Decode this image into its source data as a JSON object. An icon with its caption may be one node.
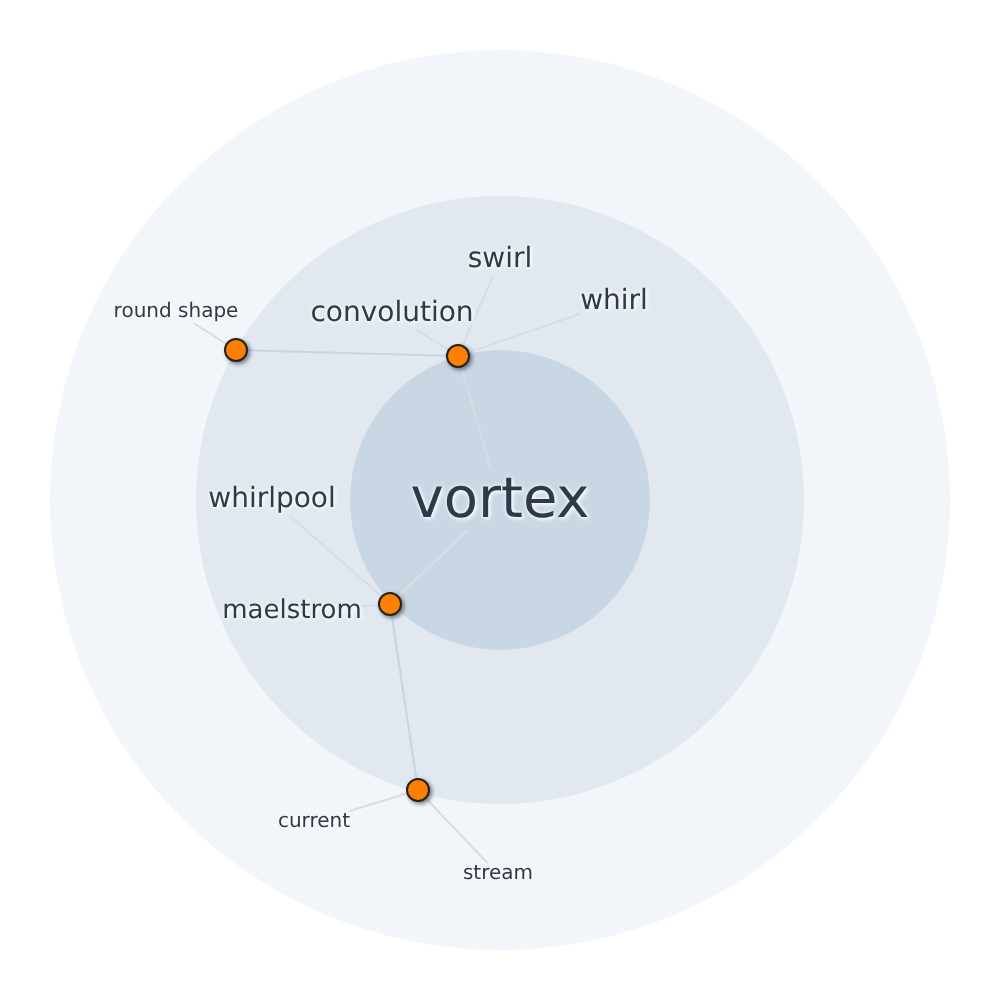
{
  "diagram": {
    "nodes": [
      {
        "text": [
          "round shape"
        ]
      },
      {
        "text": [
          "convolution"
        ]
      },
      {
        "text": [
          "swirl"
        ]
      },
      {
        "text": [
          "whirl"
        ]
      },
      {
        "text": [],
        "shape": "circle"
      },
      {
        "text": [],
        "shape": "circle"
      },
      {
        "text": [
          "whirlpool"
        ]
      },
      {
        "text": [
          "vortex"
        ]
      },
      {
        "text": [
          "maelstrom"
        ]
      },
      {
        "text": [],
        "shape": "circle"
      },
      {
        "text": [],
        "shape": "circle"
      },
      {
        "text": [
          "current"
        ]
      },
      {
        "text": [
          "stream"
        ]
      }
    ],
    "edges": [
      {
        "from": 0,
        "to": 4,
        "arrow": "none"
      },
      {
        "from": 1,
        "to": 5,
        "arrow": "none"
      },
      {
        "from": 2,
        "to": 5,
        "arrow": "none"
      },
      {
        "from": 3,
        "to": 5,
        "arrow": "none"
      },
      {
        "from": 4,
        "to": 5,
        "arrow": "none",
        "color": "#c3d6e6"
      },
      {
        "from": 5,
        "to": 7,
        "arrow": "none"
      },
      {
        "from": 7,
        "to": 9,
        "arrow": "none"
      },
      {
        "from": 6,
        "to": 9,
        "arrow": "none"
      },
      {
        "from": 8,
        "to": 9,
        "arrow": "none"
      },
      {
        "from": 9,
        "to": 10,
        "arrow": "none",
        "color": "#c3d6e6"
      },
      {
        "from": 10,
        "to": 11,
        "arrow": "none"
      },
      {
        "from": 10,
        "to": 12,
        "arrow": "none"
      }
    ]
  }
}
